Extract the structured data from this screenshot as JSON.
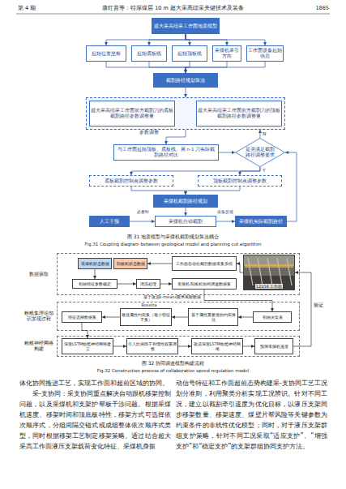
{
  "diagram": {
    "caption": "图 31 地质模型与采煤机截割规划算法耦合",
    "nodes": [
      {
        "text": [
          "超大采高综采工作面地质模型"
        ]
      },
      {
        "text": [
          "起始位置坐标"
        ]
      },
      {
        "text": [
          "起始底板线"
        ]
      },
      {
        "text": [
          "起始顶板线"
        ]
      },
      {
        "text": [
          "采煤机牵引方向"
        ]
      },
      {
        "text": [
          "工作面设备起始信息"
        ]
      },
      {
        "text": [
          "截割路径规划算法"
        ]
      },
      {
        "text": [
          "参数调整"
        ]
      },
      {
        "text": [
          "超大采高综采工作面前方截割刀的底板截割路径参数调整量"
        ],
        "in": 7
      },
      {
        "text": [
          "超大采高综采工作面前方截割刀的顶板截割路径参数调整量"
        ],
        "in": 7
      },
      {
        "text": [
          "与工作面起始顶板、底板线、第 n-1 刀实际截割路径对比"
        ]
      },
      {
        "text": [
          "是否满足截割路径调整要求"
        ]
      },
      {
        "text": [
          "底板截割控制点调整参数"
        ]
      },
      {
        "text": [
          "顶板截割控制点调整参数"
        ]
      },
      {
        "text": [
          "采煤机截割路径规划"
        ]
      },
      {
        "text": [
          "人工干预"
        ]
      },
      {
        "text": [
          "采煤机自动截割"
        ]
      },
      {
        "text": [
          "采煤机实际截割路径"
        ]
      },
      {
        "text": [
          "数据获取"
        ]
      },
      {
        "text": [
          "采煤机状态数据"
        ],
        "in": 18
      },
      {
        "text": [
          "刮板机状态数据"
        ],
        "in": 18
      },
      {
        "text": [
          "工作面自动化截割数据采集系统"
        ],
        "in": 18
      },
      {
        "text": [
          "12104 工作面"
        ],
        "in": 18
      },
      {
        "text": [
          "初始特征参数确定"
        ],
        "in": 18
      },
      {
        "text": [
          "清洗处理"
        ],
        "in": 18
      },
      {
        "text": [
          "采煤机-刮板机协同调速数据集"
        ],
        "in": 18
      },
      {
        "text": [
          "粗糙集理论知识发现过程"
        ]
      },
      {
        "text": [
          "初始决策表"
        ],
        "in": 26
      },
      {
        "text": [
          "基于属性重要度的约简算法"
        ],
        "in": 26
      },
      {
        "text": [
          "最佳属性约简集（最小特征子集）"
        ],
        "in": 26
      },
      {
        "text": [
          "特征选择数据集"
        ],
        "in": 26
      },
      {
        "text": [
          "粗糙神经网络构建"
        ]
      },
      {
        "text": [
          "深度LSTM粗糙神经网络建立"
        ],
        "in": 31
      },
      {
        "text": [
          "引入比例因子和惯性权重调整"
        ],
        "in": 31
      },
      {
        "text": [
          "改进深度LSTM粗糙神经网络"
        ],
        "in": 31
      },
      {
        "text": [
          "预测采煤机速度"
        ],
        "in": 31
      }
    ],
    "edges": [
      {
        "from": 0,
        "to": 1,
        "arrow": "to"
      },
      {
        "from": 0,
        "to": 2,
        "arrow": "to"
      },
      {
        "from": 0,
        "to": 3,
        "arrow": "to"
      },
      {
        "from": 0,
        "to": 4,
        "arrow": "to"
      },
      {
        "from": 0,
        "to": 5,
        "arrow": "to"
      },
      {
        "from": 1,
        "to": 6,
        "arrow": "to"
      },
      {
        "from": 2,
        "to": 6,
        "arrow": "to"
      },
      {
        "from": 3,
        "to": 6,
        "arrow": "to"
      },
      {
        "from": 4,
        "to": 6,
        "arrow": "to"
      },
      {
        "from": 5,
        "to": 6,
        "arrow": "to"
      },
      {
        "from": 6,
        "to": 7,
        "arrow": "to"
      },
      {
        "from": 7,
        "to": 10,
        "arrow": "to"
      },
      {
        "from": 10,
        "to": 11,
        "arrow": "to"
      },
      {
        "from": 11,
        "to": 7,
        "label": "N",
        "arrow": "to"
      },
      {
        "from": 11,
        "to": 12,
        "label": "Y",
        "arrow": "to"
      },
      {
        "from": 11,
        "to": 13,
        "arrow": "to"
      },
      {
        "from": 12,
        "to": 14,
        "arrow": "to"
      },
      {
        "from": 13,
        "to": 14,
        "arrow": "to"
      },
      {
        "from": 14,
        "to": 16,
        "arrow": "to"
      },
      {
        "from": 15,
        "to": 16,
        "label": "必要时",
        "arrow": "to"
      },
      {
        "from": 16,
        "to": 17,
        "label": "设备反馈",
        "arrow": "to"
      },
      {
        "from": 17,
        "to": 11,
        "arrow": "to"
      },
      {
        "from": 22,
        "to": 21,
        "arrow": "to"
      },
      {
        "from": 21,
        "to": 20,
        "arrow": "to"
      },
      {
        "from": 19,
        "to": 23,
        "arrow": "to"
      },
      {
        "from": 23,
        "to": 24,
        "arrow": "to"
      },
      {
        "from": 24,
        "to": 25,
        "arrow": "to"
      },
      {
        "from": 25,
        "to": 27,
        "label": "基于改进k-means聚类离散数据",
        "arrow": "to"
      },
      {
        "from": 27,
        "to": 28,
        "arrow": "to"
      },
      {
        "from": 28,
        "to": 29,
        "arrow": "to"
      },
      {
        "from": 29,
        "to": 30,
        "arrow": "to"
      },
      {
        "from": 30,
        "to": 32,
        "arrow": "to"
      },
      {
        "from": 32,
        "to": 33,
        "arrow": "to"
      },
      {
        "from": 33,
        "to": 34,
        "arrow": "to"
      },
      {
        "from": 34,
        "to": 35,
        "arrow": "to"
      },
      {
        "from": 35,
        "to": 22,
        "label": "验证",
        "arrow": "to"
      }
    ],
    "labels": [
      "第 4 期",
      "康红普等：特厚煤层 10 m 超大采高综采关键技术及装备",
      "1865",
      "Fig.31 Coupling diagram between geological model and planning cut algorithm",
      "图 32 协同调速模型构建流程",
      "Fig.32 Construction process of collaborative speed regulation model",
      "Rosetta",
      "体化协同推进工艺，实现工作面和超前区域的协同。",
      "采-支协同：采支协同重点解决自动跟机移架控制问题，以及采煤机和支架护帮板干涉问题。根据采煤机速度、移架时间和顶底板特性，移架方式可选择依次顺序式，分组间隔交错式或成组整体依次顺序式类型，同时根据移架工艺制定移架策略。通过结合超大采高工作面液压支架载荷变化特征、采煤机身振",
      "动信号特征和工作面超前态势构建采-支协同工艺工况划分准则，利用聚类分析实现工况辨识。针对不同工况，建立以截割牵引速度为优化目标，以液压支架同步移架数量、移架速度、煤壁片帮风险等关键参数为约束条件的非线性优化模型；同时，对于液压支架群组支护策略，针对不同工况采取“适应支护”、“增强支护”和“稳定支护”的支架群组协同支护方法。"
    ]
  }
}
